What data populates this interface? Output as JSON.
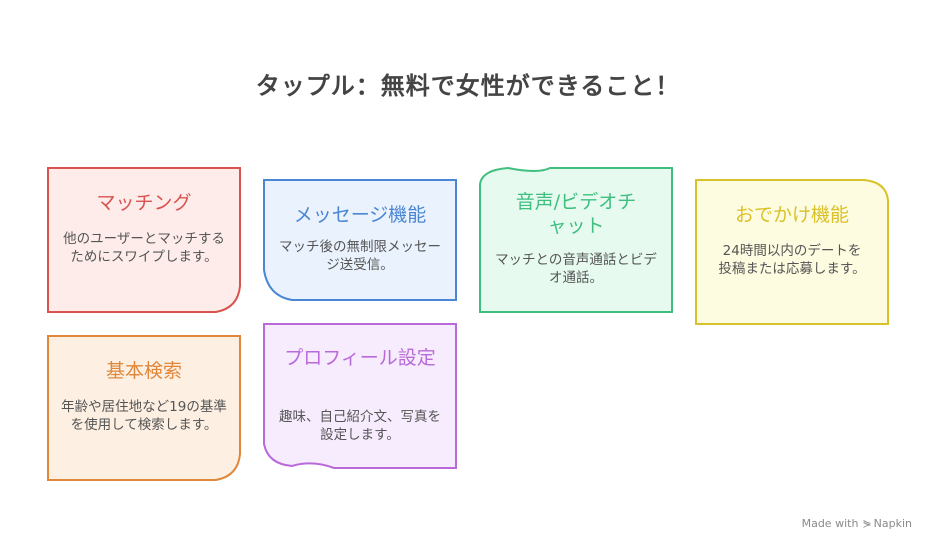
{
  "title": "タップル：無料で女性ができること！",
  "cards": [
    {
      "heading": "マッチング",
      "body": "他のユーザーとマッチするためにスワイプします。",
      "color": "#d9534f",
      "fill": "#fdecea"
    },
    {
      "heading": "メッセージ機能",
      "body": "マッチ後の無制限メッセージ送受信。",
      "color": "#4a86d4",
      "fill": "#eaf2fd"
    },
    {
      "heading": "音声/ビデオチャット",
      "body": "マッチとの音声通話とビデオ通話。",
      "color": "#3fbf7f",
      "fill": "#e6faef"
    },
    {
      "heading": "おでかけ機能",
      "body": "24時間以内のデートを投稿または応募します。",
      "color": "#d9c12a",
      "fill": "#fdfbe0"
    },
    {
      "heading": "基本検索",
      "body": "年齢や居住地など19の基準を使用して検索します。",
      "color": "#e0873a",
      "fill": "#fdf0e3"
    },
    {
      "heading": "プロフィール設定",
      "body": "趣味、自己紹介文、写真を設定します。",
      "color": "#b96ad9",
      "fill": "#f7ecfd"
    }
  ],
  "watermark": {
    "prefix": "Made with",
    "icon": "napkin-icon",
    "brand": "Napkin"
  }
}
